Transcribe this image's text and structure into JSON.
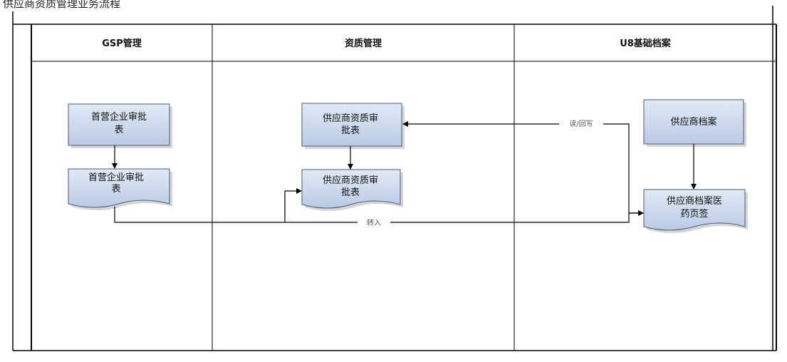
{
  "title": "供应商资质管理业务流程",
  "lanes": [
    {
      "id": "gsp",
      "label": "GSP管理"
    },
    {
      "id": "qual",
      "label": "资质管理"
    },
    {
      "id": "u8",
      "label": "U8基础档案"
    }
  ],
  "nodes": [
    {
      "id": "n1",
      "type": "process",
      "lines": [
        "首营企业审批",
        "表"
      ]
    },
    {
      "id": "n2",
      "type": "document",
      "lines": [
        "首营企业审批",
        "表"
      ]
    },
    {
      "id": "n3",
      "type": "process",
      "lines": [
        "供应商资质审",
        "批表"
      ]
    },
    {
      "id": "n4",
      "type": "document",
      "lines": [
        "供应商资质审",
        "批表"
      ]
    },
    {
      "id": "n5",
      "type": "process",
      "lines": [
        "供应商档案"
      ]
    },
    {
      "id": "n6",
      "type": "document",
      "lines": [
        "供应商档案医",
        "药页签"
      ]
    }
  ],
  "edges": [
    {
      "from": "n1",
      "to": "n2",
      "label": ""
    },
    {
      "from": "n3",
      "to": "n4",
      "label": ""
    },
    {
      "from": "n5",
      "to": "n6",
      "label": ""
    },
    {
      "from": "n2",
      "to": "n4",
      "label": "转入"
    },
    {
      "from": "n2",
      "to": "n6",
      "label": "转入"
    },
    {
      "from": "n6",
      "to": "n3",
      "label": "读/回写"
    }
  ],
  "colors": {
    "box_fill": "#c8d6ec",
    "box_fill_top": "#dde6f4",
    "box_stroke": "#4a5a78",
    "line": "#000000"
  }
}
